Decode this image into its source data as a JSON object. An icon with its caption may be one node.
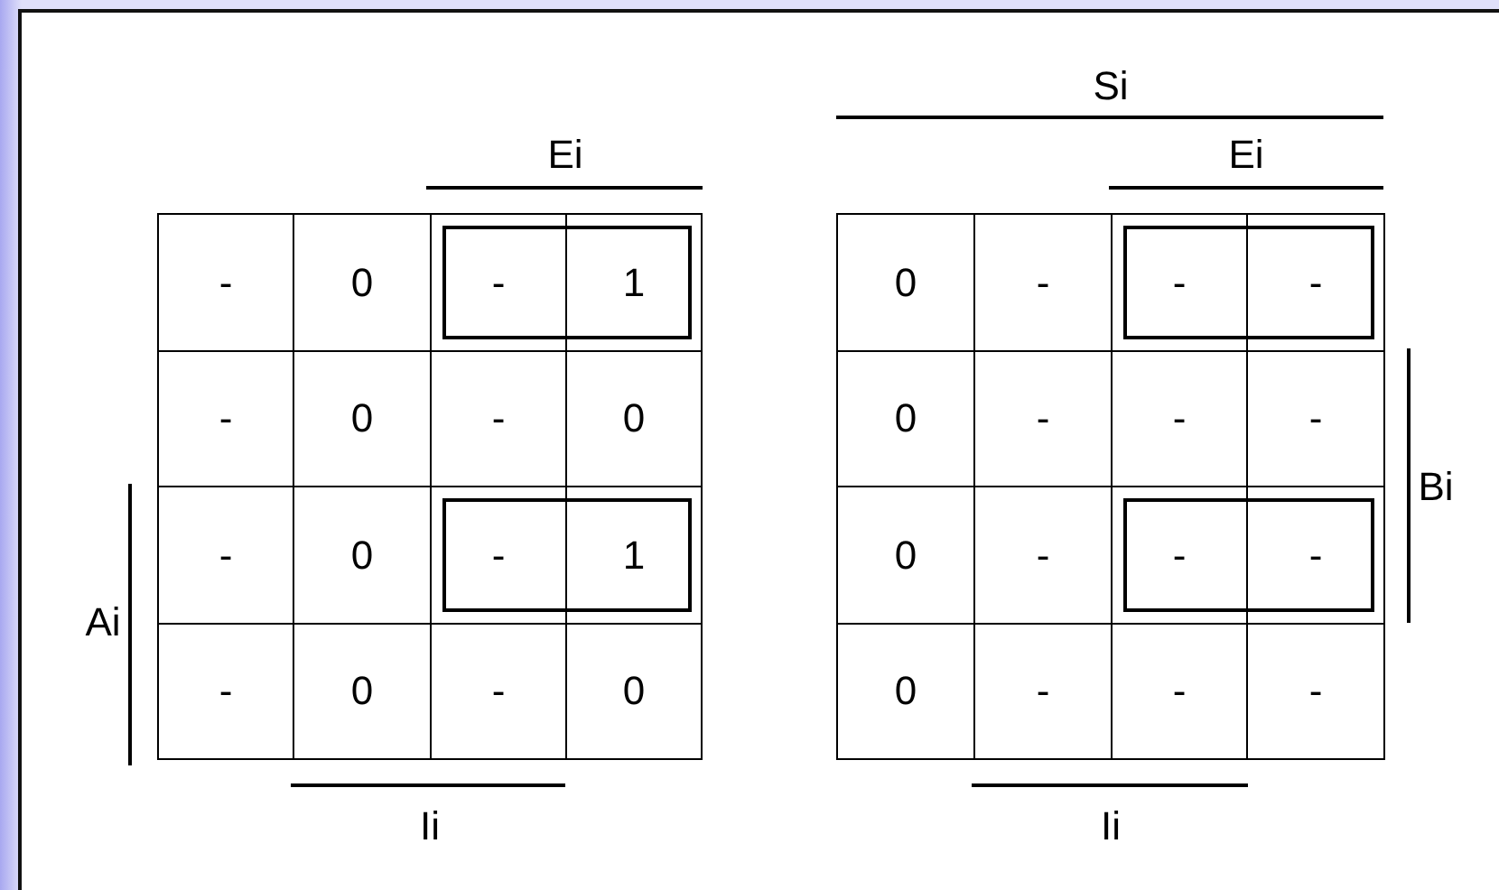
{
  "diagram": {
    "nodes": [
      {
        "text": [],
        "shape": "box"
      },
      {
        "text": [],
        "shape": "box"
      },
      {
        "text": [],
        "shape": "box"
      },
      {
        "text": [],
        "shape": "box"
      }
    ],
    "labels": [
      "Si",
      "Ei",
      "Ei",
      "-",
      "0",
      "-",
      "1",
      "-",
      "0",
      "-",
      "0",
      "-",
      "0",
      "-",
      "1",
      "-",
      "0",
      "-",
      "0",
      "Ai",
      "Ii",
      "0",
      "-",
      "-",
      "-",
      "0",
      "-",
      "-",
      "-",
      "0",
      "-",
      "-",
      "-",
      "0",
      "-",
      "-",
      "-",
      "Bi",
      "Ii"
    ]
  }
}
